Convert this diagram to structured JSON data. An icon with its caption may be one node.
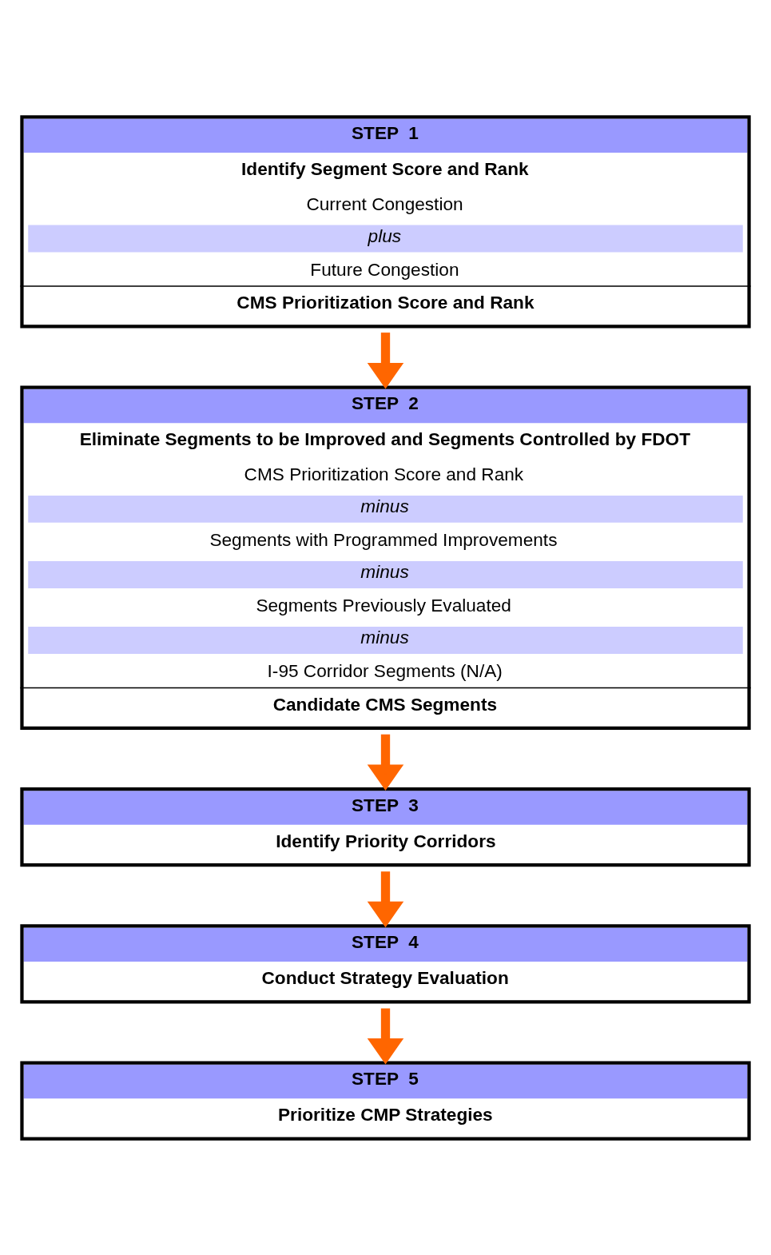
{
  "diagram": {
    "nodes": [
      {
        "text": [
          "STEP  1",
          "Identify Segment Score and Rank",
          "Current Congestion",
          "plus",
          "Future Congestion",
          "CMS Prioritization Score and Rank"
        ]
      },
      {
        "text": [
          "STEP  2",
          "Eliminate Segments to be Improved and Segments Controlled by FDOT",
          "CMS Prioritization Score and Rank",
          "minus",
          "Segments with Programmed Improvements",
          "minus",
          "Segments Previously Evaluated",
          "minus",
          "I-95 Corridor Segments (N/A)",
          "Candidate CMS Segments"
        ]
      },
      {
        "text": [
          "STEP  3",
          "Identify Priority Corridors"
        ]
      },
      {
        "text": [
          "STEP  4",
          "Conduct Strategy Evaluation"
        ]
      },
      {
        "text": [
          "STEP  5",
          "Prioritize CMP Strategies"
        ]
      }
    ],
    "edges": [
      {
        "from": 0,
        "to": 1,
        "arrow": "to"
      },
      {
        "from": 1,
        "to": 2,
        "arrow": "to"
      },
      {
        "from": 2,
        "to": 3,
        "arrow": "to"
      },
      {
        "from": 3,
        "to": 4,
        "arrow": "to"
      }
    ]
  }
}
